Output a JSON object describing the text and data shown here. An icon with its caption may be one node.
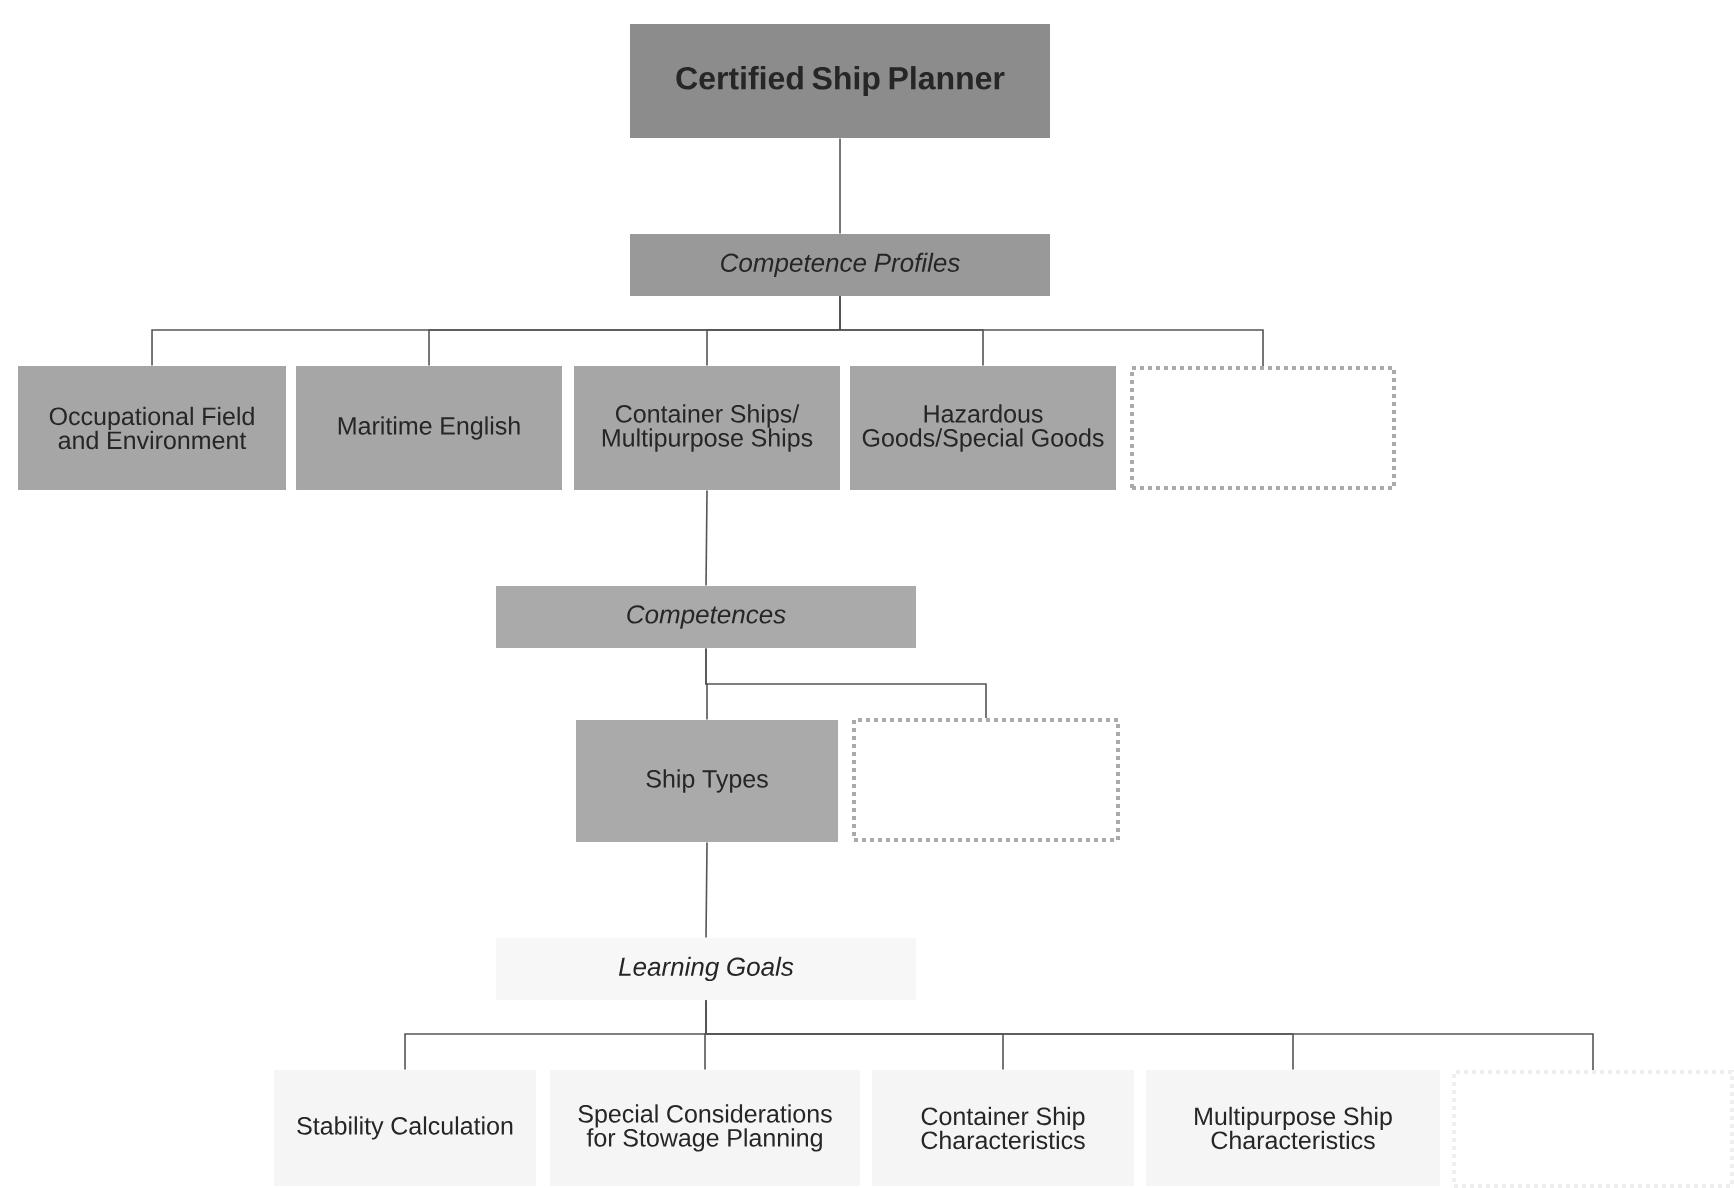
{
  "diagram": {
    "nodes": [
      {
        "text": [
          "Certified Ship Planner"
        ]
      },
      {
        "text": [
          "Competence Profiles"
        ]
      },
      {
        "text": [
          "Occupational Field and Environment"
        ]
      },
      {
        "text": [
          "Maritime English"
        ]
      },
      {
        "text": [
          "Container Ships/ Multipurpose Ships"
        ]
      },
      {
        "text": [
          "Hazardous Goods/Special Goods"
        ]
      },
      {
        "text": [],
        "shape": "box"
      },
      {
        "text": [
          "Competences"
        ]
      },
      {
        "text": [
          "Ship Types"
        ]
      },
      {
        "text": [],
        "shape": "box"
      },
      {
        "text": [
          "Learning Goals"
        ]
      },
      {
        "text": [
          "Stability Calculation"
        ]
      },
      {
        "text": [
          "Special Considerations for Stowage Planning"
        ]
      },
      {
        "text": [
          "Container Ship Characteristics"
        ]
      },
      {
        "text": [
          "Multipurpose Ship Characteristics"
        ]
      },
      {
        "text": [],
        "shape": "box"
      }
    ],
    "edges": [
      {
        "from": 0,
        "to": 1,
        "arrow": "none"
      },
      {
        "from": 1,
        "to": 2,
        "arrow": "none"
      },
      {
        "from": 1,
        "to": 3,
        "arrow": "none"
      },
      {
        "from": 1,
        "to": 4,
        "arrow": "none"
      },
      {
        "from": 1,
        "to": 5,
        "arrow": "none"
      },
      {
        "from": 1,
        "to": 6,
        "arrow": "none"
      },
      {
        "from": 4,
        "to": 7,
        "arrow": "none"
      },
      {
        "from": 7,
        "to": 8,
        "arrow": "none"
      },
      {
        "from": 7,
        "to": 9,
        "arrow": "none"
      },
      {
        "from": 8,
        "to": 10,
        "arrow": "none"
      },
      {
        "from": 10,
        "to": 11,
        "arrow": "none"
      },
      {
        "from": 10,
        "to": 12,
        "arrow": "none"
      },
      {
        "from": 10,
        "to": 13,
        "arrow": "none"
      },
      {
        "from": 10,
        "to": 14,
        "arrow": "none"
      },
      {
        "from": 10,
        "to": 15,
        "arrow": "none"
      }
    ]
  }
}
